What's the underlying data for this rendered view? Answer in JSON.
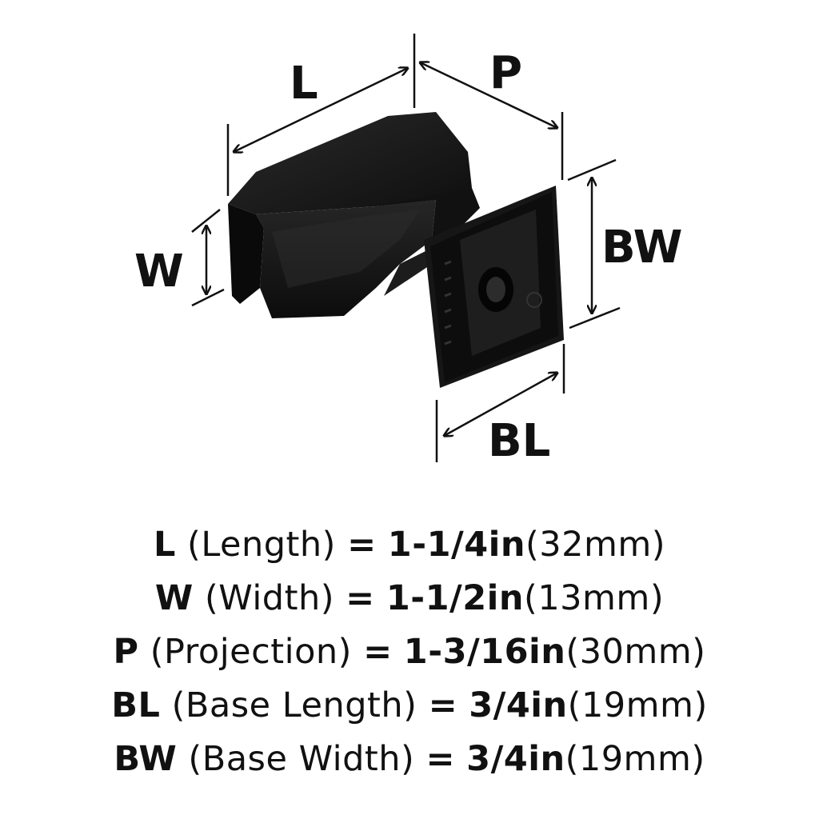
{
  "diagram": {
    "labels": {
      "L": "L",
      "P": "P",
      "W": "W",
      "BW": "BW",
      "BL": "BL"
    }
  },
  "specs": [
    {
      "abbr": "L",
      "desc": "(Length)",
      "equals": "=",
      "imperial": "1-1/4in",
      "metric": "(32mm)"
    },
    {
      "abbr": "W",
      "desc": "(Width)",
      "equals": "=",
      "imperial": "1-1/2in",
      "metric": "(13mm)"
    },
    {
      "abbr": "P",
      "desc": "(Projection)",
      "equals": "=",
      "imperial": "1-3/16in",
      "metric": "(30mm)"
    },
    {
      "abbr": "BL",
      "desc": "(Base Length)",
      "equals": "=",
      "imperial": "3/4in",
      "metric": "(19mm)"
    },
    {
      "abbr": "BW",
      "desc": "(Base Width)",
      "equals": "=",
      "imperial": "3/4in",
      "metric": "(19mm)"
    }
  ],
  "colors": {
    "product": "#141414",
    "product_highlight": "#3a3a3a",
    "lines": "#111111",
    "background": "#ffffff"
  }
}
